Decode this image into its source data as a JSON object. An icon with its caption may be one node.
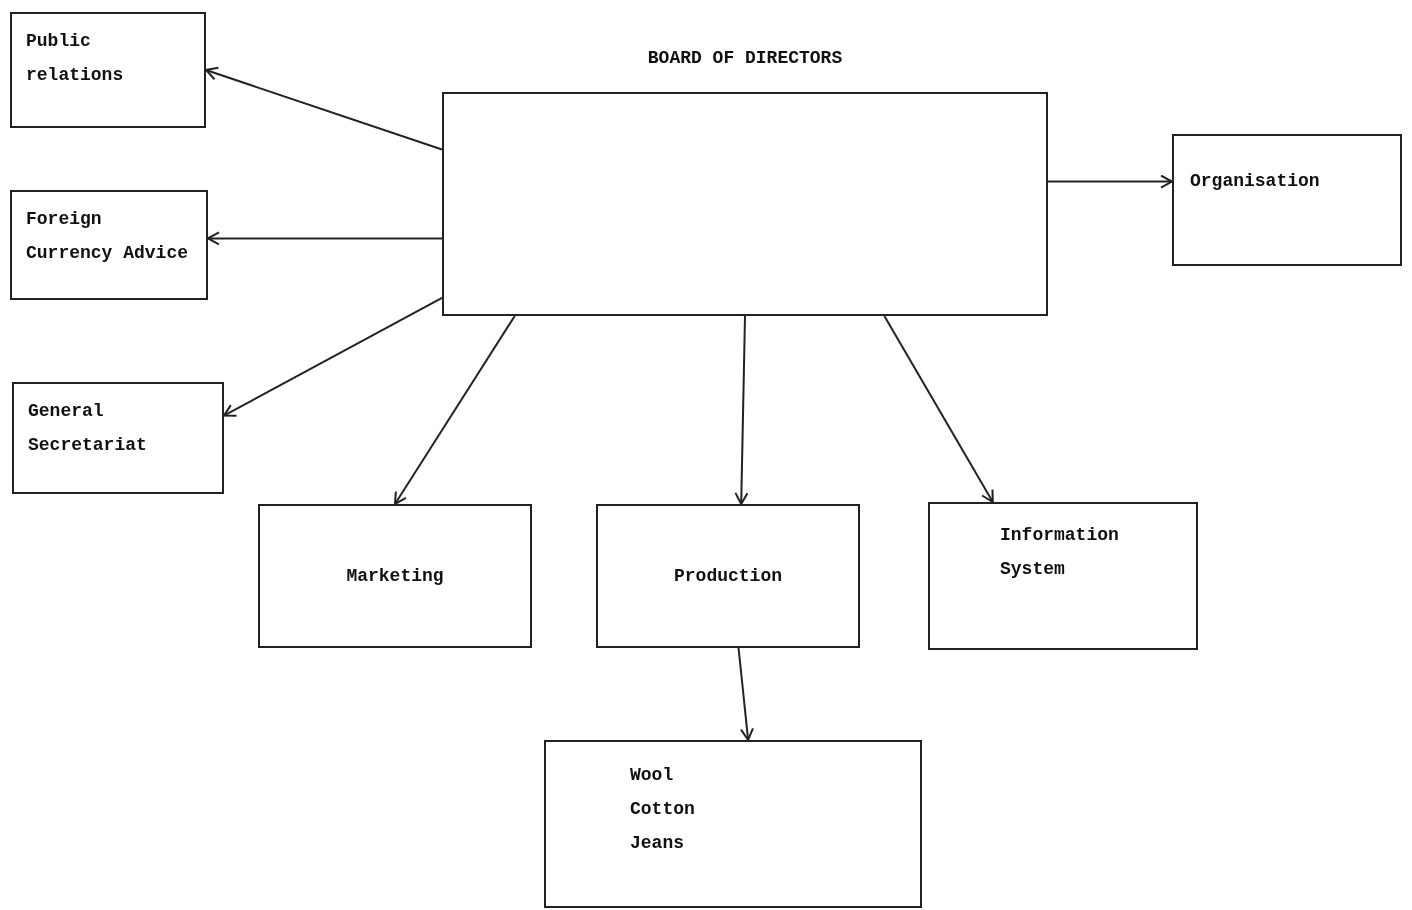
{
  "diagram": {
    "nodes": [
      {
        "text": [
          "Public relations"
        ]
      },
      {
        "text": [
          "Foreign Currency Advice"
        ]
      },
      {
        "text": [
          "General Secretariat"
        ]
      },
      {
        "text": [
          "BOARD OF DIRECTORS"
        ]
      },
      {
        "text": [
          "Organisation"
        ]
      },
      {
        "text": [
          "Marketing"
        ]
      },
      {
        "text": [
          "Production"
        ]
      },
      {
        "text": [
          "Information System"
        ]
      },
      {
        "text": [
          "Wool",
          "Cotton",
          "Jeans"
        ]
      }
    ],
    "edges": [
      {
        "from": 3,
        "to": 0,
        "arrow": "to"
      },
      {
        "from": 3,
        "to": 1,
        "arrow": "to"
      },
      {
        "from": 3,
        "to": 2,
        "arrow": "to"
      },
      {
        "from": 3,
        "to": 4,
        "arrow": "to"
      },
      {
        "from": 3,
        "to": 5,
        "arrow": "to"
      },
      {
        "from": 3,
        "to": 6,
        "arrow": "to"
      },
      {
        "from": 3,
        "to": 7,
        "arrow": "to"
      },
      {
        "from": 6,
        "to": 8,
        "arrow": "to"
      }
    ]
  }
}
